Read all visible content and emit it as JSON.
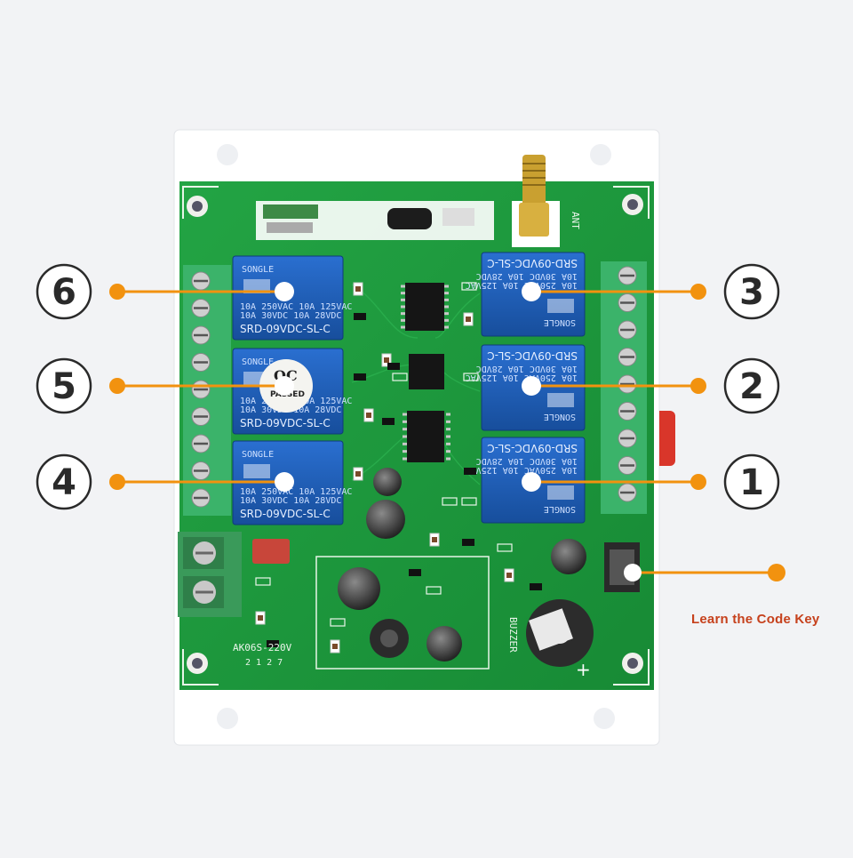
{
  "callouts": [
    {
      "number": "6"
    },
    {
      "number": "5"
    },
    {
      "number": "4"
    },
    {
      "number": "3"
    },
    {
      "number": "2"
    },
    {
      "number": "1"
    }
  ],
  "learn_key_label": "Learn the Code Key",
  "board": {
    "model": "AK06S-220V",
    "ant_label": "ANT",
    "buzzer_label": "BUZZER",
    "relay_brand": "SONGLE",
    "relay_model": "SRD-09VDC-SL-C",
    "relay_rating_1": "10A 250VAC  10A 125VAC",
    "relay_rating_2": "10A  30VDC  10A  28VDC",
    "qc_text": "QC",
    "qc_sub": "PASSED"
  },
  "colors": {
    "background": "#f2f3f5",
    "pcb_green": "#1f9a3c",
    "relay_blue": "#1f5fb8",
    "accent_orange": "#f2920f",
    "label_red": "#c6411c",
    "terminal_green": "#3bb36a"
  }
}
